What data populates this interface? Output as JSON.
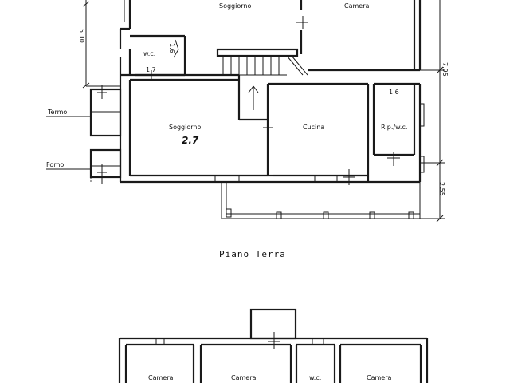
{
  "ground_floor": {
    "title": "Piano Terra",
    "rooms": {
      "soggiorno_top": "Soggiorno",
      "camera_top": "Camera",
      "wc": "w.c.",
      "soggiorno": "Soggiorno",
      "cucina": "Cucina",
      "rip_wc": "Rip./w.c."
    },
    "labels": {
      "termo": "Termo",
      "forno": "Forno"
    },
    "room_numbers": {
      "soggiorno": "2.7",
      "wc_a": "1.6",
      "wc_b": "1.7",
      "rip": "1.6"
    },
    "dimensions": {
      "left_height": "5.10",
      "right_height": "7.95",
      "right_porch": "2.55"
    }
  },
  "first_floor": {
    "rooms": {
      "camera_1": "Camera",
      "camera_2": "Camera",
      "wc": "w.c.",
      "camera_3": "Camera"
    }
  }
}
